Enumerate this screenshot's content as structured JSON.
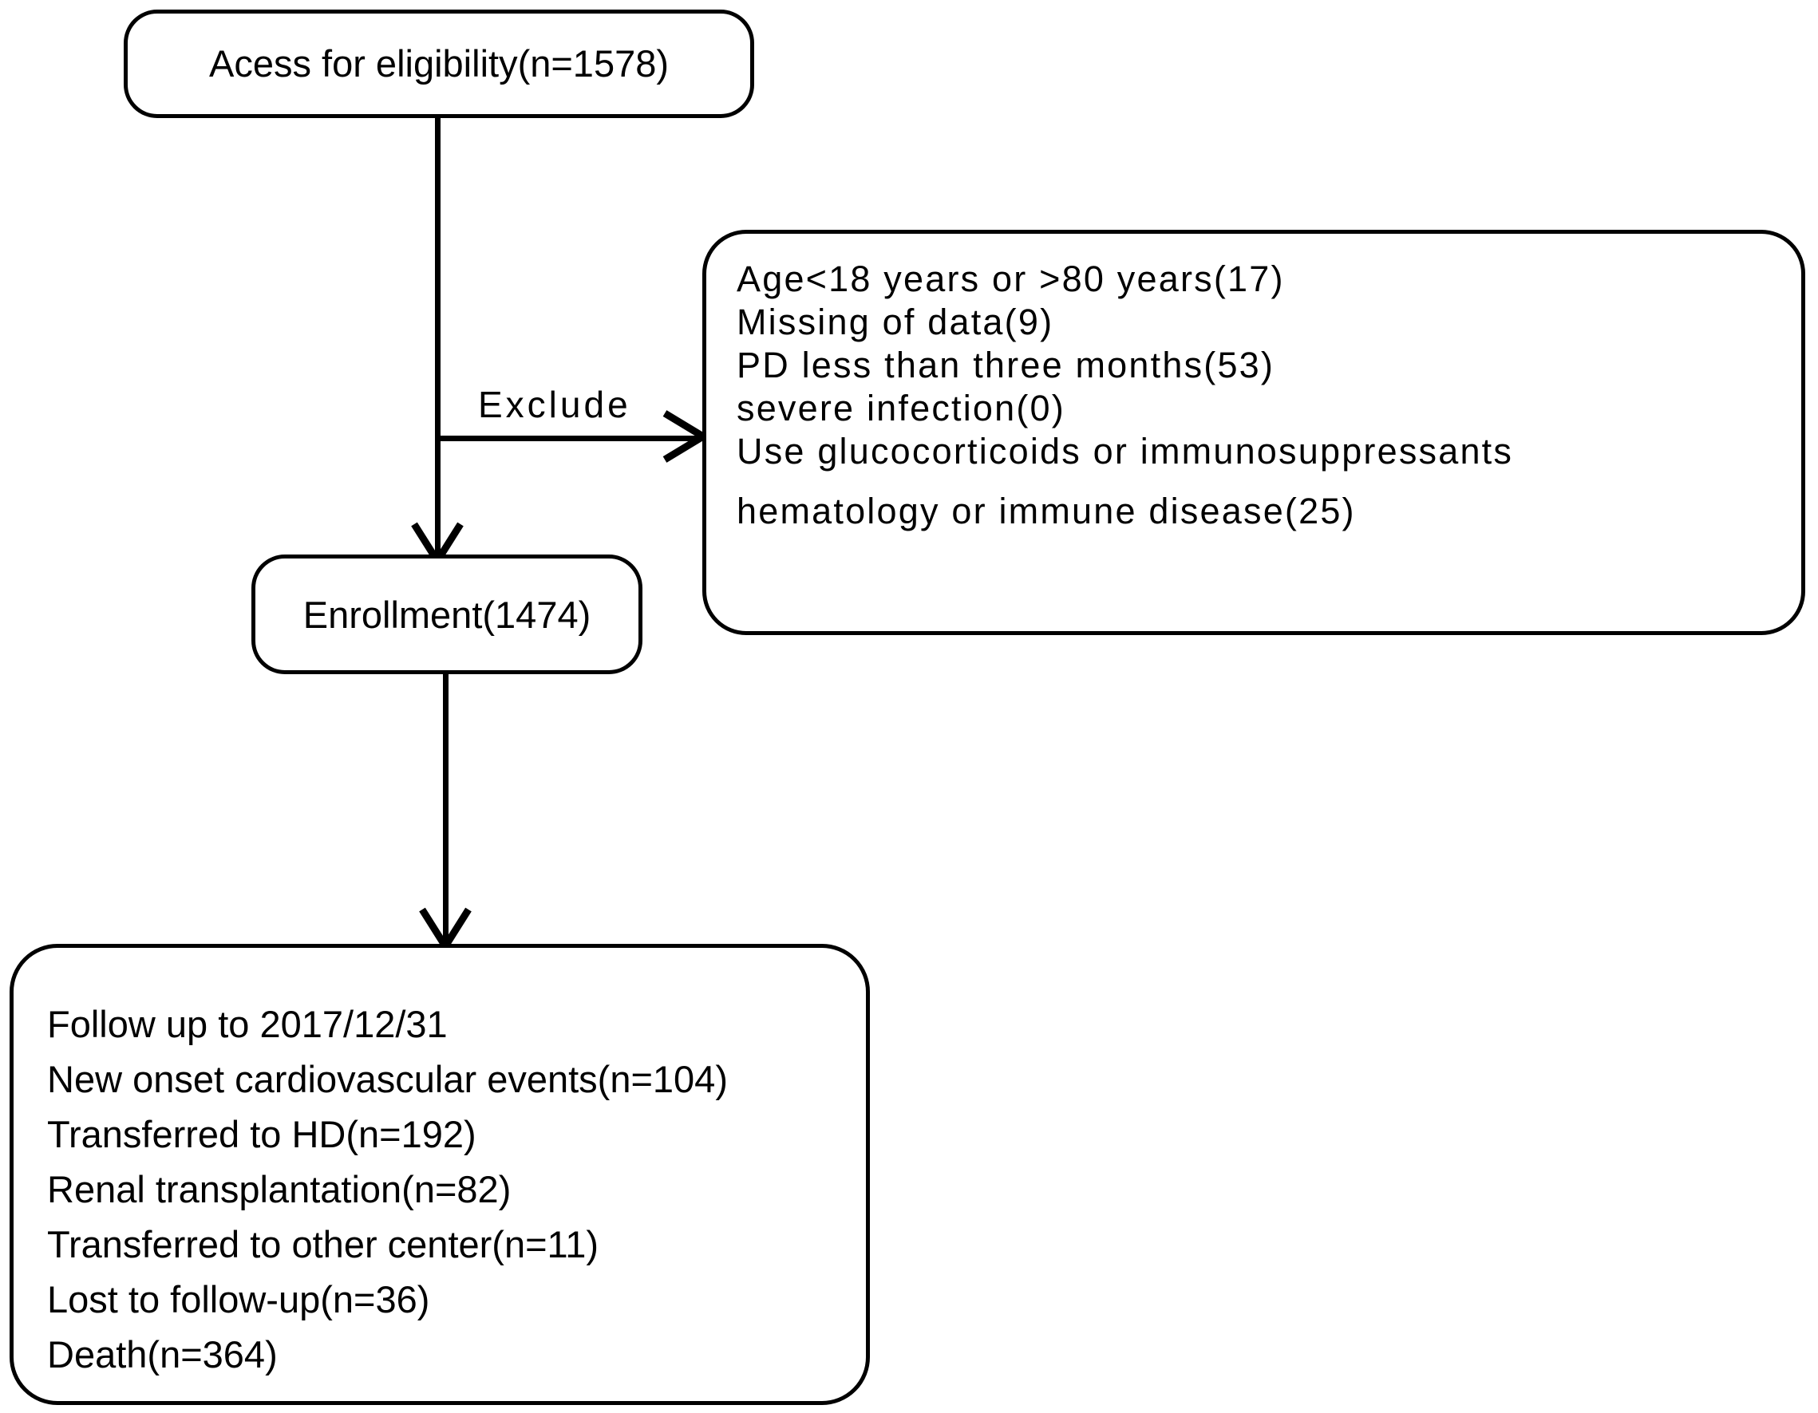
{
  "diagram": {
    "type": "study-flow-diagram",
    "nodes": {
      "eligibility": {
        "label": "Acess for eligibility(n=1578)"
      },
      "exclusions": {
        "lines": [
          "Age<18 years or >80 years(17)",
          "Missing of data(9)",
          "PD less than three months(53)",
          "severe infection(0)",
          "Use glucocorticoids or immunosuppressants",
          "hematology or immune disease(25)"
        ]
      },
      "enrollment": {
        "label": "Enrollment(1474)"
      },
      "followup": {
        "lines": [
          "Follow up to 2017/12/31",
          "New onset cardiovascular events(n=104)",
          "Transferred to HD(n=192)",
          "Renal transplantation(n=82)",
          "Transferred to other center(n=11)",
          "Lost to follow-up(n=36)",
          "Death(n=364)"
        ]
      }
    },
    "edges": {
      "exclude_label": "Exclude"
    },
    "colors": {
      "stroke": "#000000",
      "background": "#ffffff",
      "text": "#000000"
    }
  }
}
